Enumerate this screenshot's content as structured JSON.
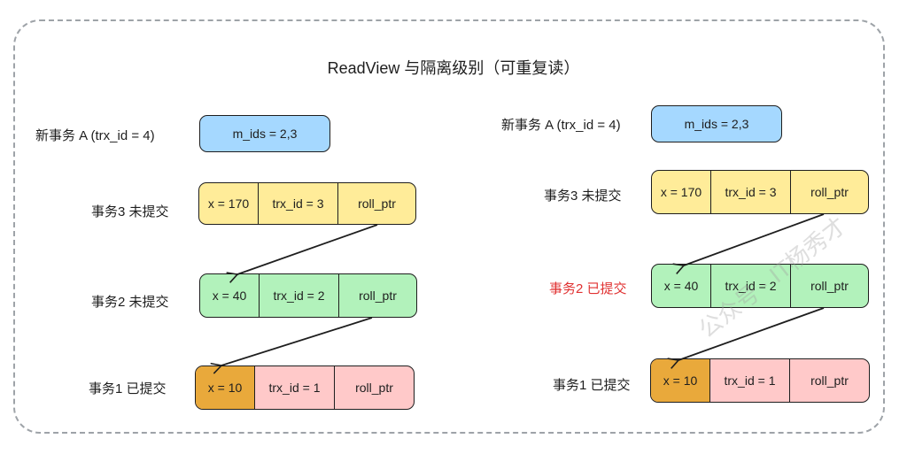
{
  "title": "ReadView 与隔离级别（可重复读）",
  "colors": {
    "readview": "#a5d8ff",
    "trx3": "#ffec99",
    "trx2": "#b2f2bb",
    "trx1": "#ffc9c9",
    "visible_value": "#e9a93b",
    "committed_highlight": "#e03131"
  },
  "left": {
    "readview_label": "新事务 A (trx_id = 4)",
    "readview_value": "m_ids = 2,3",
    "rows": [
      {
        "label": "事务3 未提交",
        "x": "x = 170",
        "trx_id": "trx_id = 3",
        "roll_ptr": "roll_ptr"
      },
      {
        "label": "事务2 未提交",
        "x": "x = 40",
        "trx_id": "trx_id = 2",
        "roll_ptr": "roll_ptr"
      },
      {
        "label": "事务1 已提交",
        "x": "x = 10",
        "trx_id": "trx_id = 1",
        "roll_ptr": "roll_ptr"
      }
    ]
  },
  "right": {
    "readview_label": "新事务 A (trx_id = 4)",
    "readview_value": "m_ids = 2,3",
    "rows": [
      {
        "label": "事务3 未提交",
        "x": "x = 170",
        "trx_id": "trx_id = 3",
        "roll_ptr": "roll_ptr"
      },
      {
        "label": "事务2 已提交",
        "x": "x = 40",
        "trx_id": "trx_id = 2",
        "roll_ptr": "roll_ptr"
      },
      {
        "label": "事务1 已提交",
        "x": "x = 10",
        "trx_id": "trx_id = 1",
        "roll_ptr": "roll_ptr"
      }
    ]
  },
  "watermark": "公众号 · IT杨秀才"
}
